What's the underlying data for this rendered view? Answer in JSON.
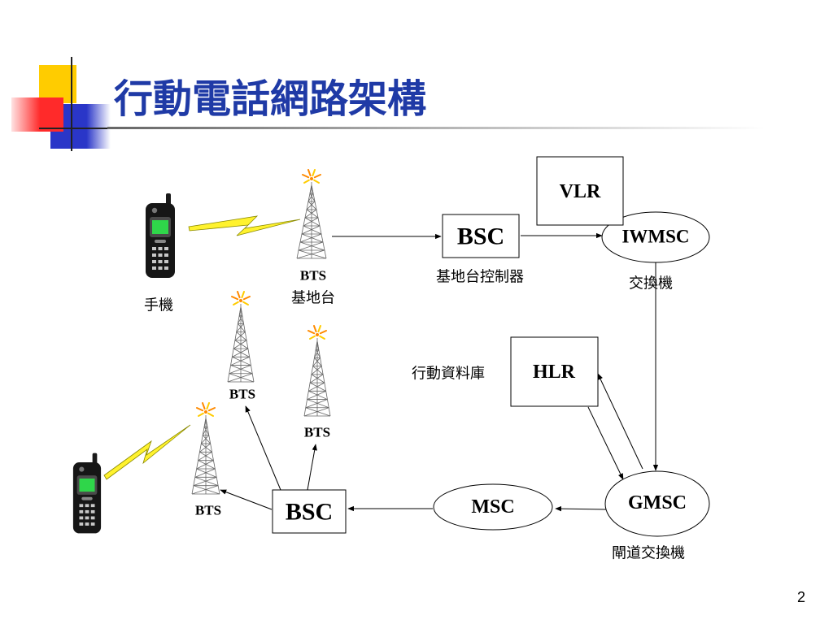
{
  "slide": {
    "title": "行動電話網路架構",
    "page_number": "2"
  },
  "nodes": {
    "phone_top": {
      "caption": "手機",
      "icon": "mobile-phone-icon"
    },
    "phone_bottom": {
      "icon": "mobile-phone-icon"
    },
    "bts_top": {
      "label": "BTS",
      "caption": "基地台",
      "icon": "bts-tower-icon"
    },
    "bts_2": {
      "label": "BTS",
      "icon": "bts-tower-icon"
    },
    "bts_3": {
      "label": "BTS",
      "icon": "bts-tower-icon"
    },
    "bts_4": {
      "label": "BTS",
      "icon": "bts-tower-icon"
    },
    "bsc_top": {
      "label": "BSC",
      "caption": "基地台控制器"
    },
    "vlr": {
      "label": "VLR"
    },
    "iwmsc": {
      "label": "IWMSC",
      "caption": "交換機"
    },
    "hlr": {
      "label": "HLR",
      "caption": "行動資料庫"
    },
    "gmsc": {
      "label": "GMSC",
      "caption": "閘道交換機"
    },
    "msc": {
      "label": "MSC"
    },
    "bsc_bottom": {
      "label": "BSC"
    }
  },
  "colors": {
    "title": "#1f3aa6",
    "deco_yellow": "#ffcc00",
    "deco_red": "#ff2a2a",
    "deco_blue": "#2a36c8",
    "phone_screen": "#2fd64a",
    "lightning": "#fff22e",
    "spark_orange": "#ff8a00",
    "spark_yellow": "#ffcc00"
  }
}
